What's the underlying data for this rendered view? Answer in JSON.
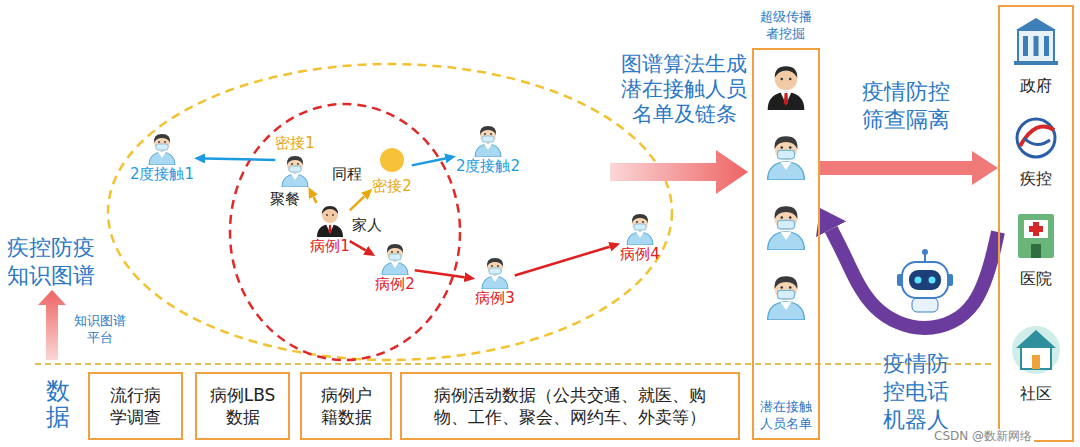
{
  "diagram": {
    "nodes": [
      {
        "text": [
          "2度接触1"
        ]
      },
      {
        "text": [
          "密接1"
        ]
      },
      {
        "text": [
          "密接2"
        ]
      },
      {
        "text": [
          "2度接触2"
        ]
      },
      {
        "text": [
          "病例1"
        ]
      },
      {
        "text": [
          "病例2"
        ]
      },
      {
        "text": [
          "病例3"
        ]
      },
      {
        "text": [
          "病例4"
        ]
      },
      {
        "text": [
          "流行病学调查"
        ]
      },
      {
        "text": [
          "病例LBS数据"
        ]
      },
      {
        "text": [
          "病例户籍数据"
        ]
      },
      {
        "text": [
          "病例活动数据（公共交通、就医、购物、工作、聚会、网约车、外卖等）"
        ]
      },
      {
        "text": [
          "超级传播者挖掘",
          "潜在接触人员名单"
        ]
      },
      {
        "text": [
          "政府",
          "疾控",
          "医院",
          "社区"
        ]
      }
    ],
    "edges": [
      {
        "from": 4,
        "to": 1,
        "label": "聚餐",
        "arrow": "to"
      },
      {
        "from": 4,
        "to": 2,
        "label": "同程",
        "arrow": "to"
      },
      {
        "from": 1,
        "to": 0,
        "arrow": "to"
      },
      {
        "from": 2,
        "to": 3,
        "arrow": "to"
      },
      {
        "from": 4,
        "to": 5,
        "label": "家人",
        "arrow": "to"
      },
      {
        "from": 5,
        "to": 6,
        "arrow": "to"
      },
      {
        "from": 6,
        "to": 7,
        "arrow": "to"
      },
      {
        "from": 12,
        "to": 13,
        "label": "疫情防控筛查隔离",
        "arrow": "to"
      },
      {
        "from": 13,
        "to": 12,
        "label": "疫情防控电话机器人",
        "arrow": "to"
      }
    ],
    "labels": [
      "疾控防疫知识图谱",
      "知识图谱平台",
      "数据",
      "图谱算法生成潜在接触人员名单及链条",
      "CSDN @数新网络"
    ]
  }
}
